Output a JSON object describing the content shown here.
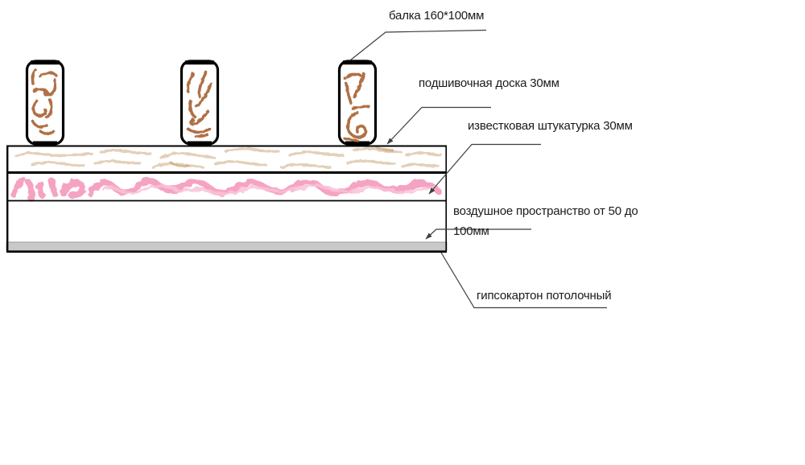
{
  "diagram": {
    "labels": {
      "beam": "балка 160*100мм",
      "lining_board": "подшивочная доска 30мм",
      "lime_plaster": "известковая штукатурка 30мм",
      "air_gap": {
        "line1": "воздушное пространство от 50 до",
        "line2": "100мм"
      },
      "drywall": "гипсокартон потолочный"
    },
    "colors": {
      "text": "#1a1a1a",
      "outline": "#000000",
      "leader": "#3f3f3f",
      "wood_grain": "#b06f45",
      "board_texture": "#e3d0b8",
      "board_accent": "#cfa87e",
      "plaster_pink": "#f5a3c2",
      "plaster_light": "#f9c2d7",
      "drywall_gray": "#c9c9c9"
    }
  }
}
